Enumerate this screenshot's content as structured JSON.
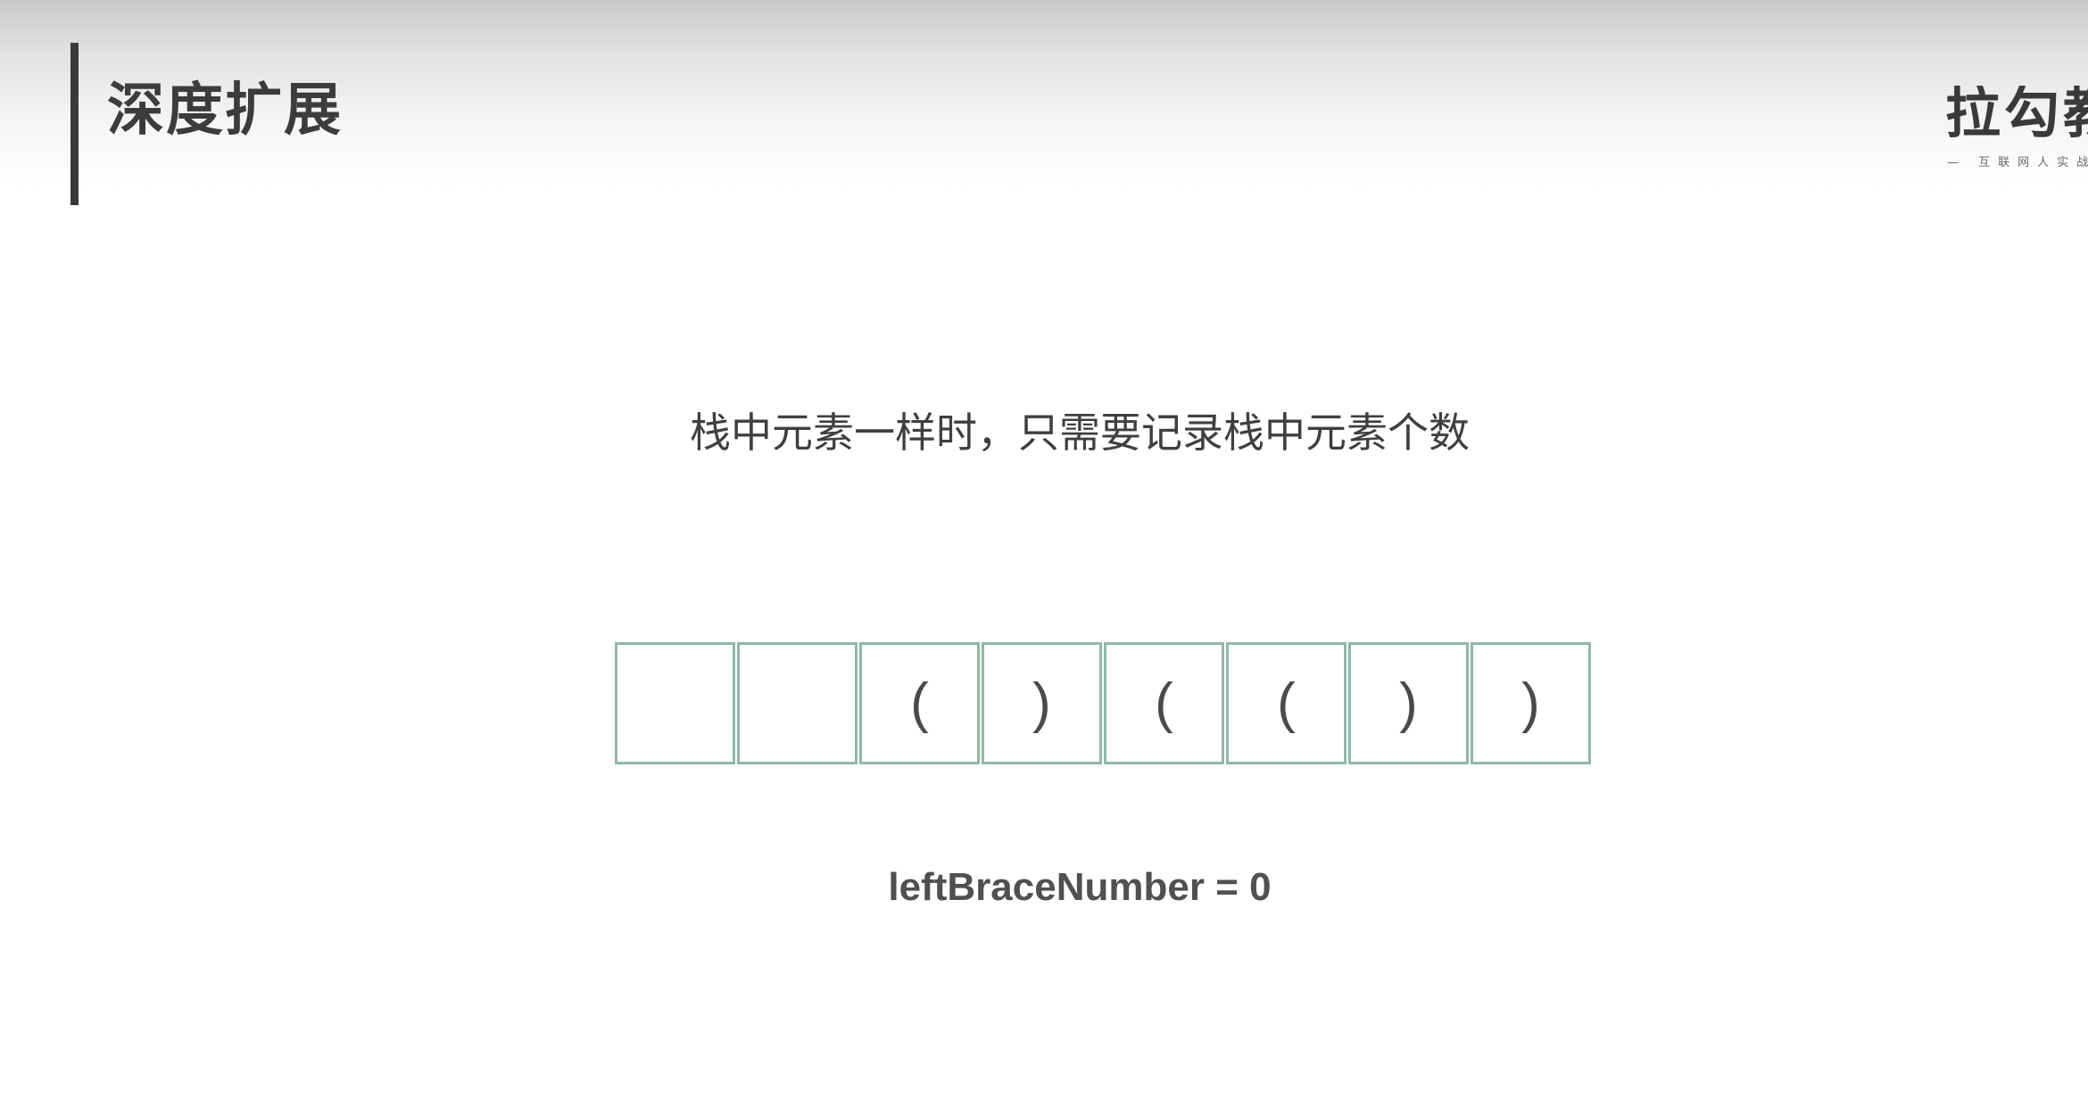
{
  "header": {
    "title": "深度扩展",
    "logo_main": "拉勾教",
    "logo_sub": "— 互联网人实战"
  },
  "main": {
    "caption": "栈中元素一样时，只需要记录栈中元素个数",
    "cells": [
      "",
      "",
      "(",
      ")",
      "(",
      "(",
      ")",
      ")"
    ],
    "counter_text": "leftBraceNumber = 0"
  },
  "colors": {
    "cell_border": "#8fb8a6",
    "text_dark": "#3c3c3c",
    "accent_bar": "#3a3a3a"
  }
}
